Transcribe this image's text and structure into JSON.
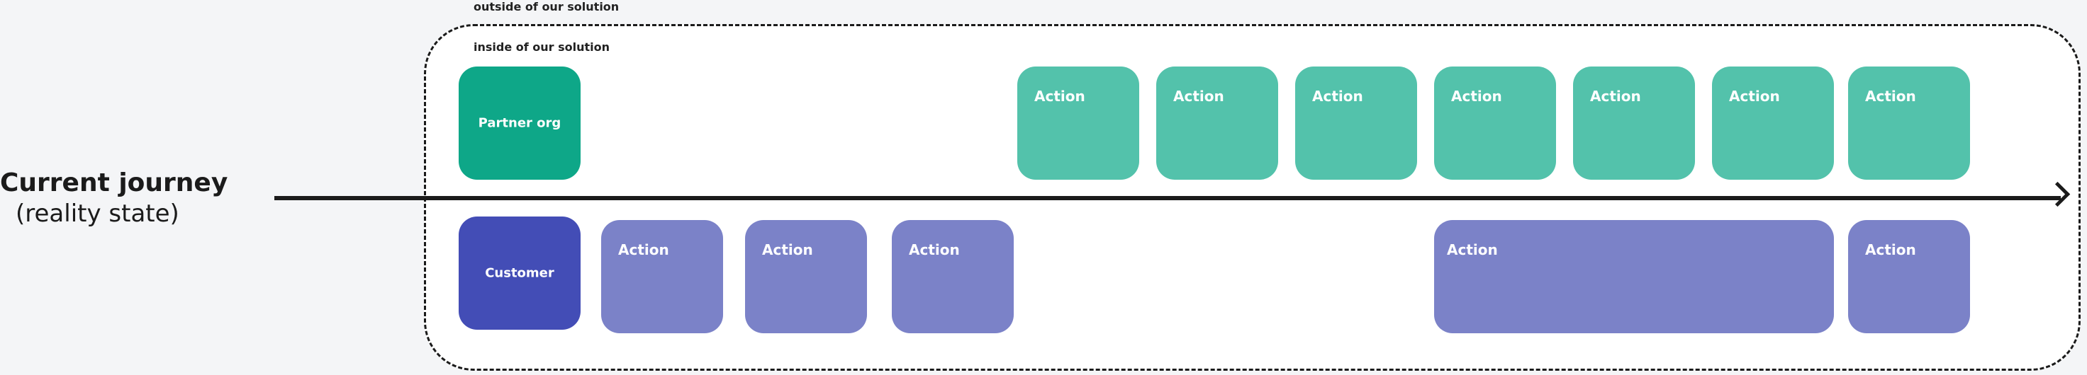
{
  "zones": {
    "outside_label": "outside of our solution",
    "inside_label": "inside of our solution"
  },
  "journey": {
    "title": "Current journey",
    "subtitle": "(reality state)"
  },
  "top_row": {
    "lead": "Partner org",
    "actions": [
      "Action",
      "Action",
      "Action",
      "Action",
      "Action",
      "Action",
      "Action"
    ]
  },
  "bottom_row": {
    "lead": "Customer",
    "actions": [
      "Action",
      "Action",
      "Action",
      "Action",
      "Action"
    ]
  },
  "colors": {
    "partner": "#0ea788",
    "partner_action": "#53c2ab",
    "customer": "#434db6",
    "customer_action": "#7b82c8"
  }
}
